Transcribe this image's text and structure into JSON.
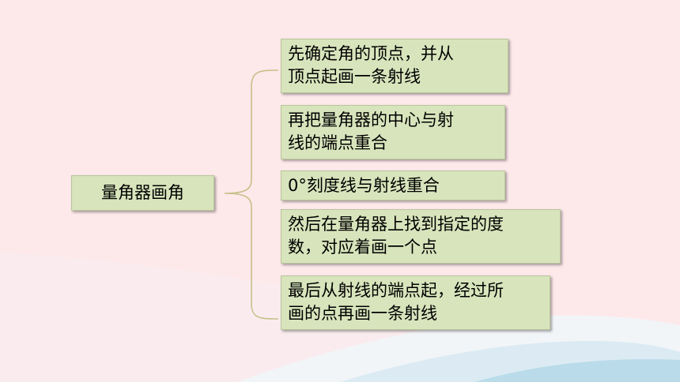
{
  "diagram": {
    "root": {
      "label": "量角器画角"
    },
    "steps": [
      {
        "label": "先确定角的顶点，并从\n顶点起画一条射线"
      },
      {
        "label": "再把量角器的中心与射\n线的端点重合"
      },
      {
        "label": "0°刻度线与射线重合"
      },
      {
        "label": "然后在量角器上找到指定的度\n数，对应着画一个点"
      },
      {
        "label": "最后从射线的端点起，经过所\n画的点再画一条射线"
      }
    ]
  },
  "colors": {
    "background": "#fde8ea",
    "box_fill": "#d8e4bc",
    "brace": "#c8c08a",
    "wave_light": "#f2f5f8",
    "wave_blue": "#b9dbea"
  }
}
